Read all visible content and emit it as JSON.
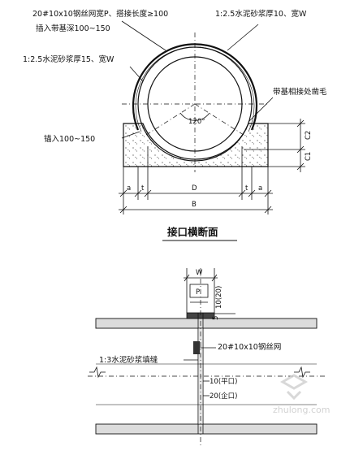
{
  "cross_section": {
    "label_mesh": "20#10x10钢丝网宽P、搭接长度≥100",
    "label_insert": "插入带基深100~150",
    "label_mortar_top": "1:2.5水泥砂浆厚10、宽W",
    "label_mortar_left": "1:2.5水泥砂浆厚15、宽W",
    "label_roughen": "带基相接处凿毛",
    "label_anchor": "锚入100~150",
    "angle": "120°",
    "dim_a_left": "a",
    "dim_t_left": "t",
    "dim_D": "D",
    "dim_t_right": "t",
    "dim_a_right": "a",
    "dim_B": "B",
    "dim_C1": "C1",
    "dim_C2": "C2",
    "title": "接口横断面"
  },
  "longitudinal": {
    "dim_W": "W",
    "dim_P": "P",
    "dim_10_20": "10(20)",
    "dim_5": "5",
    "label_mesh": "20#10x10钢丝网",
    "label_fill": "1:3水泥砂浆填缝",
    "label_flat": "10(平口)",
    "label_socket": "20(企口)"
  },
  "watermark": {
    "text": "zhulong.com"
  }
}
